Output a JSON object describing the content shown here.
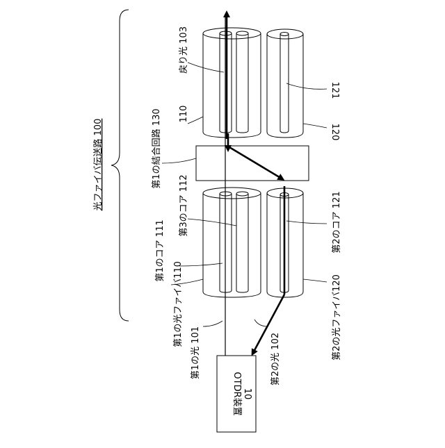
{
  "labels": {
    "path": "光ファイバ伝送路 100",
    "first_fiber": "第1の光ファイバ110",
    "first_core": "第1のコア 111",
    "third_core": "第3のコア 112",
    "coupler": "第1の結合回路 130",
    "return_light": "戻り光 103",
    "ref_110": "110",
    "ref_121": "121",
    "ref_120": "120",
    "second_core": "第2のコア 121",
    "second_fiber": "第2の光ファイバ120",
    "first_light": "第1の光 101",
    "second_light": "第2の光 102",
    "otdr_line1": "OTDR装置",
    "otdr_line2": "10"
  }
}
